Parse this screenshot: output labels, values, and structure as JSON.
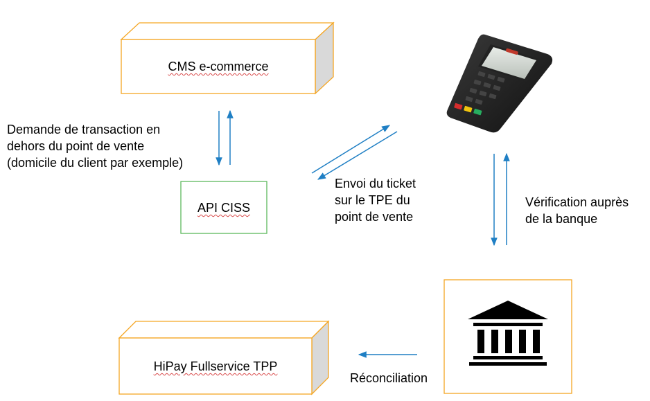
{
  "nodes": {
    "cms": {
      "label": "CMS e-commerce"
    },
    "api": {
      "label": "API CISS"
    },
    "hipay": {
      "label": "HiPay Fullservice TPP"
    }
  },
  "edges": {
    "demande": {
      "label_lines": [
        "Demande de transaction en",
        "dehors du point de vente",
        "(domicile du client par exemple)"
      ]
    },
    "envoi": {
      "label_lines": [
        "Envoi du ticket",
        "sur le TPE du",
        "point de vente"
      ]
    },
    "verification": {
      "label_lines": [
        "Vérification auprès",
        "de la banque"
      ]
    },
    "reconciliation": {
      "label": "Réconciliation"
    }
  },
  "colors": {
    "box_border": "#f5a623",
    "box_side": "#d9d9d9",
    "api_border": "#5cb85c",
    "arrow": "#1f7fc4"
  },
  "icons": {
    "terminal": "payment-terminal-icon",
    "bank": "bank-building-icon"
  }
}
